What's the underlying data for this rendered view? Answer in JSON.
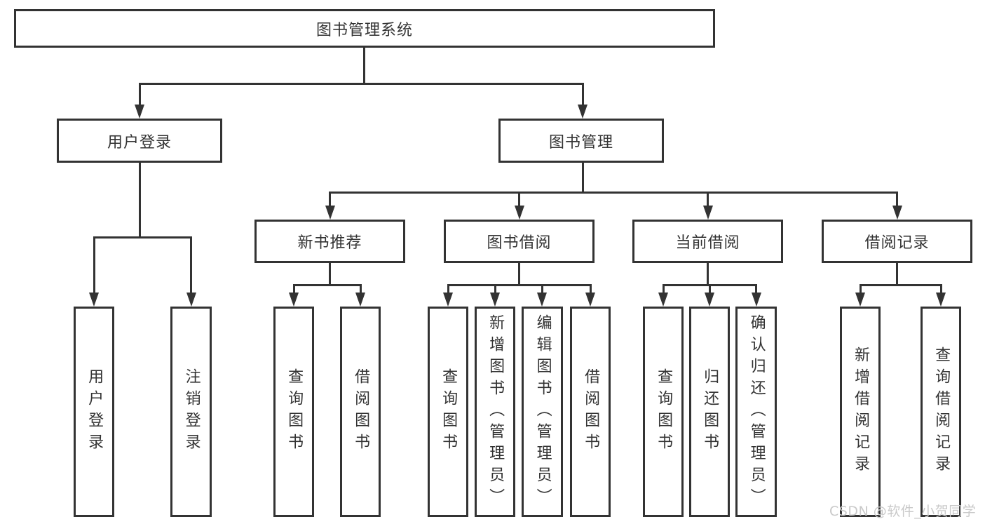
{
  "diagram": {
    "title": "图书管理系统",
    "root": {
      "label": "图书管理系统"
    },
    "level2": [
      {
        "label": "用户登录"
      },
      {
        "label": "图书管理"
      }
    ],
    "level3": [
      {
        "label": "新书推荐",
        "parent": "图书管理"
      },
      {
        "label": "图书借阅",
        "parent": "图书管理"
      },
      {
        "label": "当前借阅",
        "parent": "图书管理"
      },
      {
        "label": "借阅记录",
        "parent": "图书管理"
      }
    ],
    "leaves": [
      {
        "label": "用户登录",
        "parent": "用户登录"
      },
      {
        "label": "注销登录",
        "parent": "用户登录"
      },
      {
        "label": "查询图书",
        "parent": "新书推荐"
      },
      {
        "label": "借阅图书",
        "parent": "新书推荐"
      },
      {
        "label": "查询图书",
        "parent": "图书借阅"
      },
      {
        "label": "新增图书（管理员）",
        "parent": "图书借阅"
      },
      {
        "label": "编辑图书（管理员）",
        "parent": "图书借阅"
      },
      {
        "label": "借阅图书",
        "parent": "图书借阅"
      },
      {
        "label": "查询图书",
        "parent": "当前借阅"
      },
      {
        "label": "归还图书",
        "parent": "当前借阅"
      },
      {
        "label": "确认归还（管理员）",
        "parent": "当前借阅"
      },
      {
        "label": "新增借阅记录",
        "parent": "借阅记录"
      },
      {
        "label": "查询借阅记录",
        "parent": "借阅记录"
      }
    ]
  },
  "watermark": {
    "text": "CSDN @软件_小贺同学"
  },
  "colors": {
    "line": "#333333",
    "text": "#333333",
    "watermark": "#c9c9c9",
    "background": "#ffffff"
  }
}
